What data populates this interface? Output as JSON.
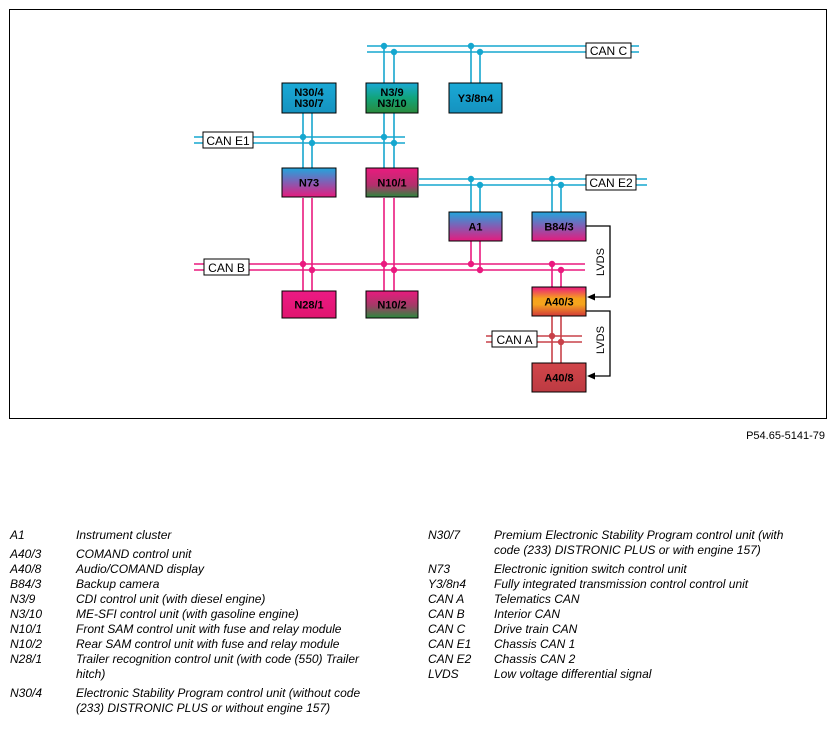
{
  "diagram": {
    "modules": [
      {
        "id": "N30/4",
        "lines": [
          "N30/4",
          "N30/7"
        ]
      },
      {
        "id": "N3/9",
        "lines": [
          "N3/9",
          "N3/10"
        ]
      },
      {
        "id": "Y3/8n4",
        "lines": [
          "Y3/8n4"
        ]
      },
      {
        "id": "N73",
        "lines": [
          "N73"
        ]
      },
      {
        "id": "N10/1",
        "lines": [
          "N10/1"
        ]
      },
      {
        "id": "A1",
        "lines": [
          "A1"
        ]
      },
      {
        "id": "B84/3",
        "lines": [
          "B84/3"
        ]
      },
      {
        "id": "N28/1",
        "lines": [
          "N28/1"
        ]
      },
      {
        "id": "N10/2",
        "lines": [
          "N10/2"
        ]
      },
      {
        "id": "A40/3",
        "lines": [
          "A40/3"
        ]
      },
      {
        "id": "A40/8",
        "lines": [
          "A40/8"
        ]
      }
    ],
    "bus_labels": [
      "CAN C",
      "CAN E1",
      "CAN E2",
      "CAN B",
      "CAN A"
    ],
    "lvds_labels": [
      "LVDS",
      "LVDS"
    ],
    "colors": {
      "cyan_bus": "#16a7cf",
      "pink_bus": "#ea1a7f",
      "red_bus": "#c8424a"
    }
  },
  "reference_code": "P54.65-5141-79",
  "legend": {
    "left": [
      {
        "key": "A1",
        "value": "Instrument cluster"
      },
      {
        "key": "A40/3",
        "value": "COMAND control unit"
      },
      {
        "key": "A40/8",
        "value": "Audio/COMAND display"
      },
      {
        "key": "B84/3",
        "value": "Backup camera"
      },
      {
        "key": "N3/9",
        "value": "CDI control unit (with diesel engine)"
      },
      {
        "key": "N3/10",
        "value": "ME-SFI control unit (with gasoline engine)"
      },
      {
        "key": "N10/1",
        "value": "Front SAM control unit with fuse and relay module"
      },
      {
        "key": "N10/2",
        "value": "Rear SAM control unit with fuse and relay module"
      },
      {
        "key": "N28/1",
        "value": "Trailer recognition control unit (with code (550) Trailer hitch)"
      },
      {
        "key": "N30/4",
        "value": "Electronic Stability Program control unit (without code (233) DISTRONIC PLUS or without engine 157)"
      }
    ],
    "right": [
      {
        "key": "N30/7",
        "value": "Premium Electronic Stability Program control unit (with code (233) DISTRONIC PLUS or with engine 157)"
      },
      {
        "key": "N73",
        "value": "Electronic ignition switch control unit"
      },
      {
        "key": "Y3/8n4",
        "value": "Fully integrated transmission control control unit"
      },
      {
        "key": "CAN A",
        "value": "Telematics CAN"
      },
      {
        "key": "CAN B",
        "value": "Interior CAN"
      },
      {
        "key": "CAN C",
        "value": "Drive train CAN"
      },
      {
        "key": "CAN E1",
        "value": "Chassis CAN 1"
      },
      {
        "key": "CAN E2",
        "value": "Chassis CAN 2"
      },
      {
        "key": "LVDS",
        "value": "Low voltage differential signal"
      }
    ]
  }
}
